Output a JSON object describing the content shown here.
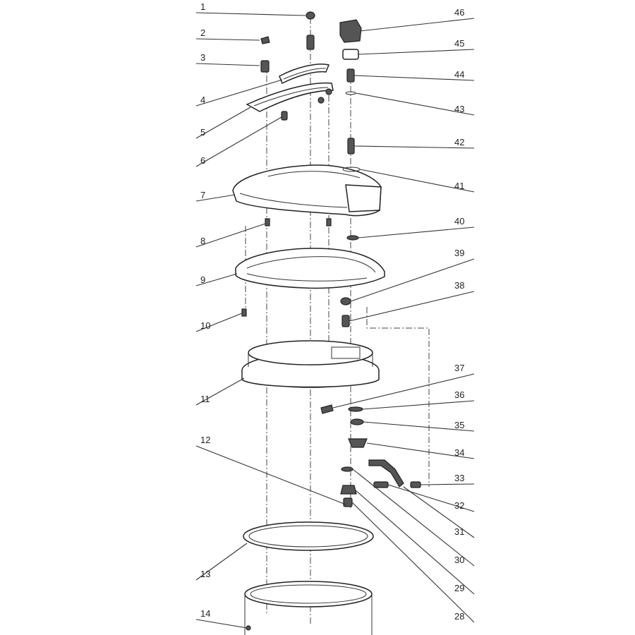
{
  "diagram": {
    "part_numbers": {
      "p1": "1",
      "p2": "2",
      "p3": "3",
      "p4": "4",
      "p5": "5",
      "p6": "6",
      "p7": "7",
      "p8": "8",
      "p9": "9",
      "p10": "10",
      "p11": "11",
      "p12": "12",
      "p13": "13",
      "p14": "14",
      "p28": "28",
      "p29": "29",
      "p30": "30",
      "p31": "31",
      "p32": "32",
      "p33": "33",
      "p34": "34",
      "p35": "35",
      "p36": "36",
      "p37": "37",
      "p38": "38",
      "p39": "39",
      "p40": "40",
      "p41": "41",
      "p42": "42",
      "p43": "43",
      "p44": "44",
      "p45": "45",
      "p46": "46"
    }
  }
}
